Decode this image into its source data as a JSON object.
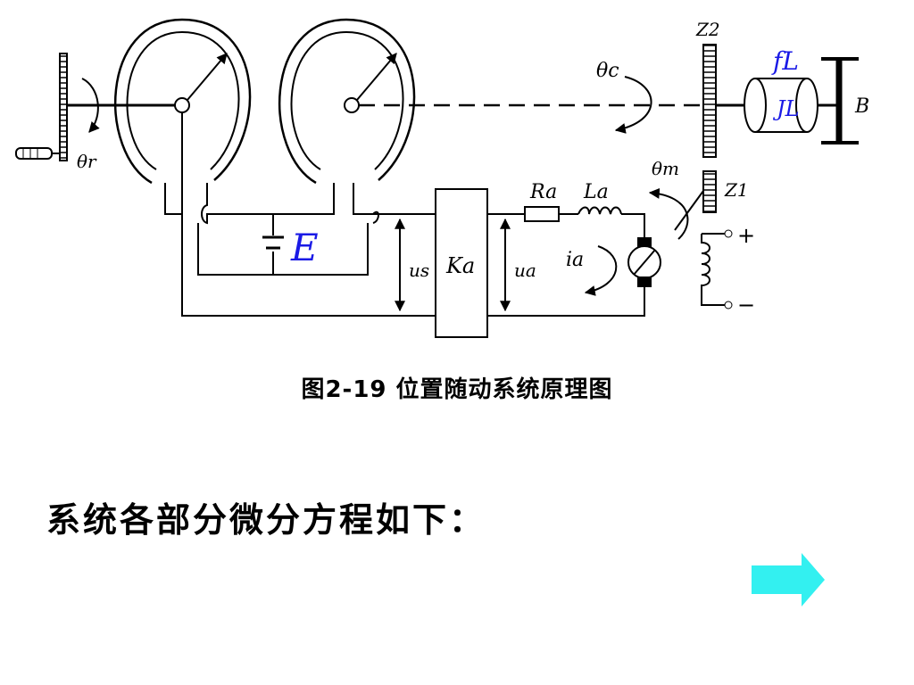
{
  "diagram": {
    "labels": {
      "theta_r": "θr",
      "theta_c": "θc",
      "theta_m": "θm",
      "z2": "Z2",
      "z1": "Z1",
      "f_l": "fL",
      "j_l": "JL",
      "b": "B",
      "e": "E",
      "ra": "Ra",
      "la": "La",
      "ka": "Ka",
      "us": "us",
      "ua": "ua",
      "ia": "ia",
      "plus": "+",
      "minus": "−"
    },
    "colors": {
      "accent_symbols": "#1a1ae6",
      "next_arrow": "#33f0f0"
    }
  },
  "caption": "图2-19   位置随动系统原理图",
  "heading": "系统各部分微分方程如下：",
  "next_button": {
    "icon": "right-arrow-icon"
  }
}
